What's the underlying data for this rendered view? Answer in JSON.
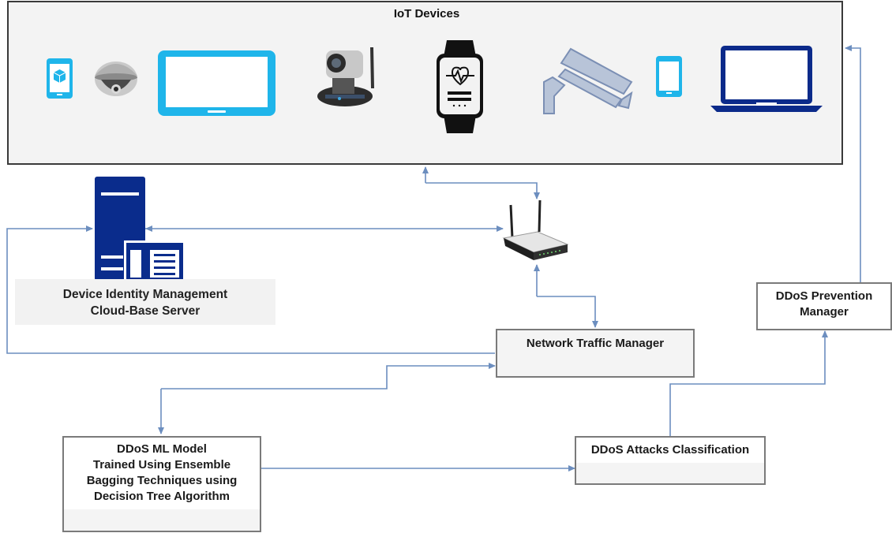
{
  "iot_box": {
    "title": "IoT Devices"
  },
  "server": {
    "label_line1": "Device Identity Management",
    "label_line2": "Cloud-Base Server"
  },
  "nodes": {
    "traffic_manager": "Network Traffic Manager",
    "prevention_manager_line1": "DDoS Prevention",
    "prevention_manager_line2": "Manager",
    "ml_model_lines": [
      "DDoS ML Model",
      "Trained Using Ensemble",
      "Bagging Techniques using",
      "Decision Tree Algorithm"
    ],
    "classification": "DDoS Attacks Classification"
  },
  "devices": [
    "phone-icon",
    "dome-camera-icon",
    "tablet-icon",
    "ip-camera-icon",
    "smartwatch-icon",
    "cctv-camera-icon",
    "phone-icon",
    "laptop-icon"
  ],
  "colors": {
    "connector": "#6c8ebf",
    "device_cyan": "#1fb5ea",
    "device_navy": "#0b2a8a",
    "server_navy": "#0a2c8c"
  }
}
